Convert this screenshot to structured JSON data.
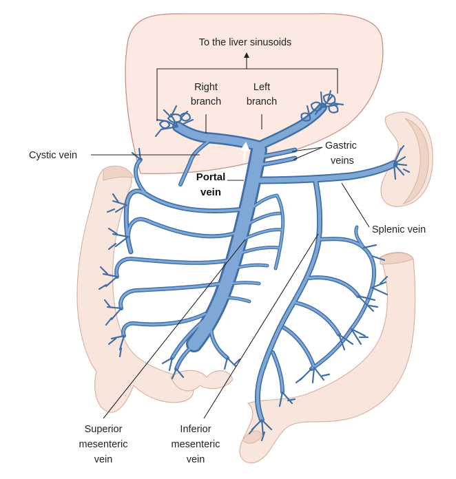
{
  "labels": {
    "liver_sinusoids": "To the liver sinusoids",
    "right_branch_1": "Right",
    "right_branch_2": "branch",
    "left_branch_1": "Left",
    "left_branch_2": "branch",
    "cystic_vein": "Cystic vein",
    "gastric_veins_1": "Gastric",
    "gastric_veins_2": "veins",
    "portal_vein_1": "Portal",
    "portal_vein_2": "vein",
    "splenic_vein": "Splenic vein",
    "superior_mesenteric_1": "Superior",
    "superior_mesenteric_2": "mesenteric",
    "superior_mesenteric_3": "vein",
    "inferior_mesenteric_1": "Inferior",
    "inferior_mesenteric_2": "mesenteric",
    "inferior_mesenteric_3": "vein"
  },
  "colors": {
    "vein_outline": "#3f6fa6",
    "vein_fill": "#7fa8d6",
    "liver_fill": "#fbe9e2",
    "liver_outline": "#c98f86",
    "organ_fill": "#f8e6dc"
  }
}
